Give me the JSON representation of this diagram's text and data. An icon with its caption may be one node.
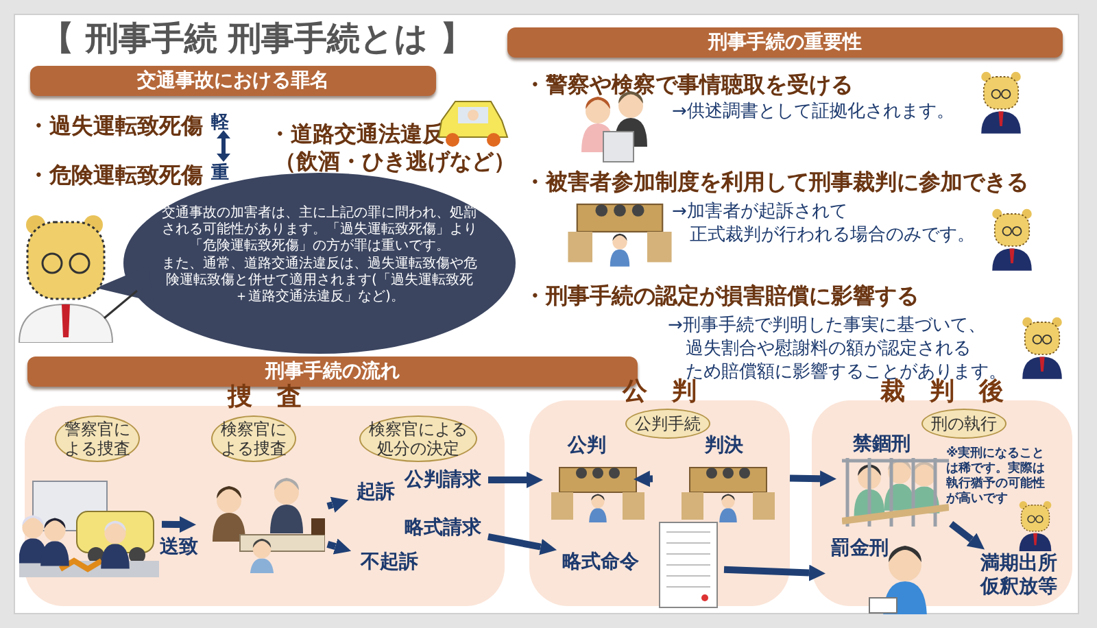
{
  "diagram": {
    "nodes": [
      {
        "text": [
          "交通事故における罪名"
        ]
      },
      {
        "text": [
          "刑事手続の重要性"
        ]
      },
      {
        "text": [
          "交通事故の加害者は、主に上記の罪に問われ、処罰される可能性があります。「過失運転致死傷」より「危険運転致死傷」の方が罪は重いです。",
          "また、通常、道路交通法違反は、過失運転致傷や危険運転致傷と併せて適用されます(「過失運転致死＋道路交通法違反」など)。"
        ]
      },
      {
        "text": [
          "刑事手続の流れ"
        ]
      },
      {
        "text": [
          "捜　査"
        ]
      },
      {
        "text": [
          "公　判"
        ]
      },
      {
        "text": [
          "裁　判　後"
        ]
      },
      {
        "text": [
          "警察官による捜査"
        ],
        "in": 4
      },
      {
        "text": [
          "検察官による捜査"
        ],
        "in": 4
      },
      {
        "text": [
          "検察官による処分の決定"
        ],
        "in": 4
      },
      {
        "text": [],
        "shape": "picture",
        "in": 4
      },
      {
        "text": [],
        "shape": "picture",
        "in": 4
      },
      {
        "text": [
          "起訴"
        ],
        "in": 4
      },
      {
        "text": [
          "公判請求"
        ],
        "in": 4
      },
      {
        "text": [
          "略式請求"
        ],
        "in": 4
      },
      {
        "text": [
          "不起訴"
        ],
        "in": 4
      },
      {
        "text": [
          "公判手続"
        ],
        "in": 5
      },
      {
        "text": [
          "公判"
        ],
        "in": 5
      },
      {
        "text": [
          "判決"
        ],
        "in": 5
      },
      {
        "text": [
          "略式命令"
        ],
        "in": 5
      },
      {
        "text": [
          "刑の執行"
        ],
        "in": 6
      },
      {
        "text": [
          "禁錮刑"
        ],
        "in": 6
      },
      {
        "text": [
          "罰金刑"
        ],
        "in": 6
      },
      {
        "text": [
          "満期出所仮釈放等"
        ],
        "in": 6
      }
    ],
    "edges": [
      {
        "from": 10,
        "to": 11,
        "arrow": "to",
        "label": "送致"
      },
      {
        "from": 11,
        "to": 12,
        "arrow": "to"
      },
      {
        "from": 11,
        "to": 15,
        "arrow": "to"
      },
      {
        "from": 13,
        "to": 17,
        "arrow": "to"
      },
      {
        "from": 14,
        "to": 19,
        "arrow": "to"
      },
      {
        "from": 17,
        "to": 18,
        "arrow": "to"
      },
      {
        "from": 18,
        "to": 21,
        "arrow": "to"
      },
      {
        "from": 19,
        "to": 22,
        "arrow": "to"
      },
      {
        "from": 21,
        "to": 23,
        "arrow": "to"
      }
    ],
    "labels": [
      "【 刑事手続 刑事手続とは 】",
      "・過失運転致死傷",
      "軽",
      "重",
      "・危険運転致死傷",
      "・道路交通法違反",
      "（飲酒・ひき逃げなど）",
      "・警察や検察で事情聴取を受ける",
      "→供述調書として証拠化されます。",
      "・被害者参加制度を利用して刑事裁判に参加できる",
      "→加害者が起訴されて",
      "正式裁判が行われる場合のみです。",
      "・刑事手続の認定が損害賠償に影響する",
      "→刑事手続で判明した事実に基づいて、",
      "過失割合や慰謝料の額が認定される",
      "ため賠償額に影響することがあります。",
      "※実刑になることは稀です。実際は執行猶予の可能性が高いです"
    ]
  }
}
